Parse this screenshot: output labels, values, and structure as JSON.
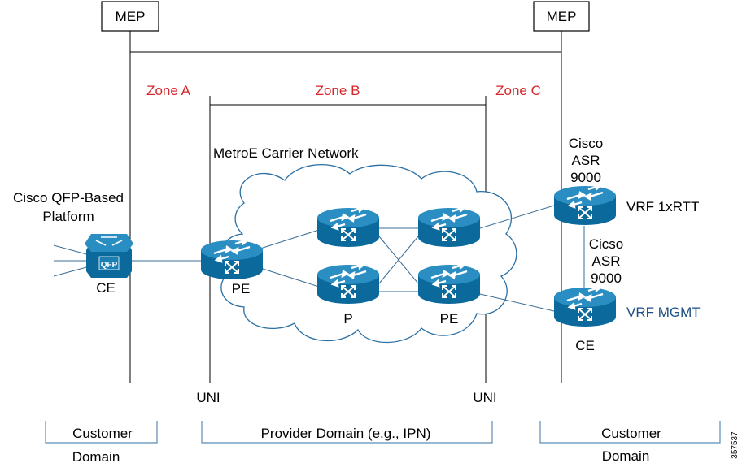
{
  "colors": {
    "zone": "#d7262b",
    "vrf_mgmt": "#1d4f84",
    "router_top": "#2a8ec2",
    "router_side": "#0b6a9b",
    "router_arrow": "#ffffff",
    "cloud_stroke": "#2b6fa3",
    "bracket": "#5b8db8",
    "line": "#000000",
    "link": "#3a6e97"
  },
  "mep_left": "MEP",
  "mep_right": "MEP",
  "zones": {
    "a": "Zone A",
    "b": "Zone B",
    "c": "Zone C"
  },
  "cloud_label": "MetroE Carrier Network",
  "qfp_platform": {
    "line1": "Cisco QFP-Based",
    "line2": "Platform",
    "chip": "QFP"
  },
  "nodes": {
    "ce_left": "CE",
    "pe_left": "PE",
    "p": "P",
    "pe_right": "PE",
    "ce_right": "CE"
  },
  "asr_top": {
    "line1": "Cisco",
    "line2": "ASR",
    "line3": "9000"
  },
  "asr_bottom": {
    "line1": "Cicso",
    "line2": "ASR",
    "line3": "9000"
  },
  "vrf_1xrtt": "VRF 1xRTT",
  "vrf_mgmt": "VRF MGMT",
  "uni_left": "UNI",
  "uni_right": "UNI",
  "bottom": {
    "customer_left": "Customer",
    "domain_left": "Domain",
    "provider": "Provider Domain (e.g., IPN)",
    "customer_right": "Customer",
    "domain_right": "Domain"
  },
  "figure_id": "357537"
}
